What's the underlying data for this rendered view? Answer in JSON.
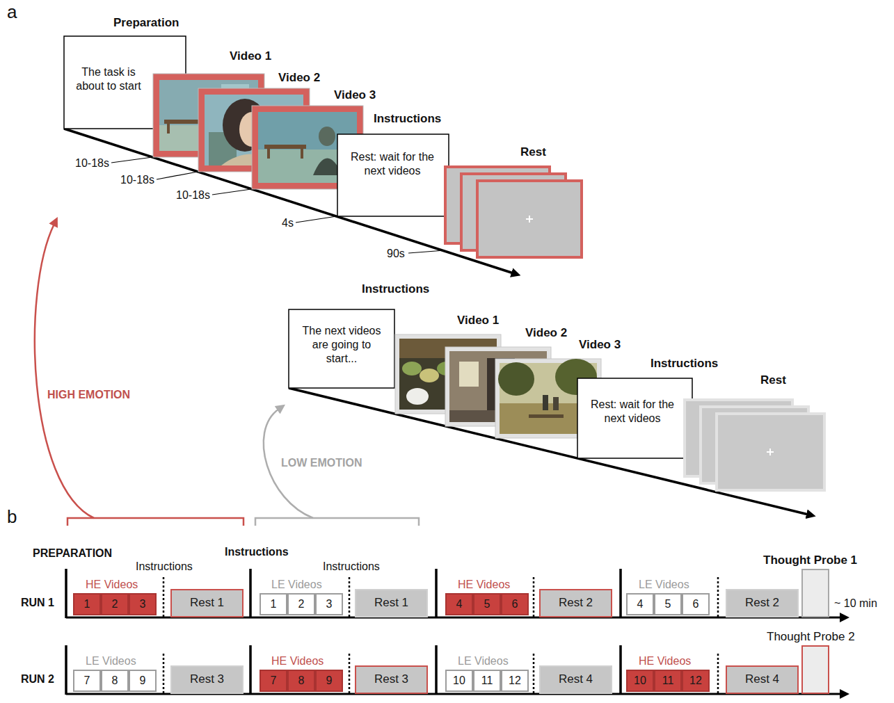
{
  "diagram": {
    "nodes": [
      {
        "text": [
          "Preparation",
          "The task is about to start"
        ]
      },
      {
        "text": [
          "Video 1"
        ]
      },
      {
        "text": [
          "Video 2"
        ]
      },
      {
        "text": [
          "Video 3"
        ]
      },
      {
        "text": [
          "Instructions",
          "Rest: wait for the next videos"
        ]
      },
      {
        "text": [
          "Rest"
        ]
      },
      {
        "text": [
          "Instructions",
          "The next videos are going to start..."
        ]
      },
      {
        "text": [
          "Video 1"
        ]
      },
      {
        "text": [
          "Video 2"
        ]
      },
      {
        "text": [
          "Video 3"
        ]
      },
      {
        "text": [
          "Instructions",
          "Rest: wait for the next videos"
        ]
      },
      {
        "text": [
          "Rest"
        ]
      },
      {
        "text": [
          "1"
        ]
      },
      {
        "text": [
          "2"
        ]
      },
      {
        "text": [
          "3"
        ]
      },
      {
        "text": [
          "Rest 1"
        ]
      },
      {
        "text": [
          "1"
        ]
      },
      {
        "text": [
          "2"
        ]
      },
      {
        "text": [
          "3"
        ]
      },
      {
        "text": [
          "Rest 1"
        ]
      },
      {
        "text": [
          "4"
        ]
      },
      {
        "text": [
          "5"
        ]
      },
      {
        "text": [
          "6"
        ]
      },
      {
        "text": [
          "Rest 2"
        ]
      },
      {
        "text": [
          "4"
        ]
      },
      {
        "text": [
          "5"
        ]
      },
      {
        "text": [
          "6"
        ]
      },
      {
        "text": [
          "Rest 2"
        ]
      },
      {
        "text": [
          "Thought Probe 1"
        ]
      },
      {
        "text": [
          "7"
        ]
      },
      {
        "text": [
          "8"
        ]
      },
      {
        "text": [
          "9"
        ]
      },
      {
        "text": [
          "Rest 3"
        ]
      },
      {
        "text": [
          "7"
        ]
      },
      {
        "text": [
          "8"
        ]
      },
      {
        "text": [
          "9"
        ]
      },
      {
        "text": [
          "Rest 3"
        ]
      },
      {
        "text": [
          "10"
        ]
      },
      {
        "text": [
          "11"
        ]
      },
      {
        "text": [
          "12"
        ]
      },
      {
        "text": [
          "Rest 4"
        ]
      },
      {
        "text": [
          "10"
        ]
      },
      {
        "text": [
          "11"
        ]
      },
      {
        "text": [
          "12"
        ]
      },
      {
        "text": [
          "Rest 4"
        ]
      },
      {
        "text": [
          "Thought Probe 2"
        ]
      }
    ],
    "labels": [
      "a",
      "b",
      "10-18s",
      "10-18s",
      "10-18s",
      "4s",
      "90s",
      "HIGH EMOTION",
      "LOW EMOTION",
      "PREPARATION",
      "Instructions",
      "Instructions",
      "Instructions",
      "HE Videos",
      "LE Videos",
      "HE Videos",
      "LE Videos",
      "RUN 1",
      "~ 10 min",
      "LE Videos",
      "HE Videos",
      "LE Videos",
      "HE Videos",
      "RUN 2"
    ]
  }
}
